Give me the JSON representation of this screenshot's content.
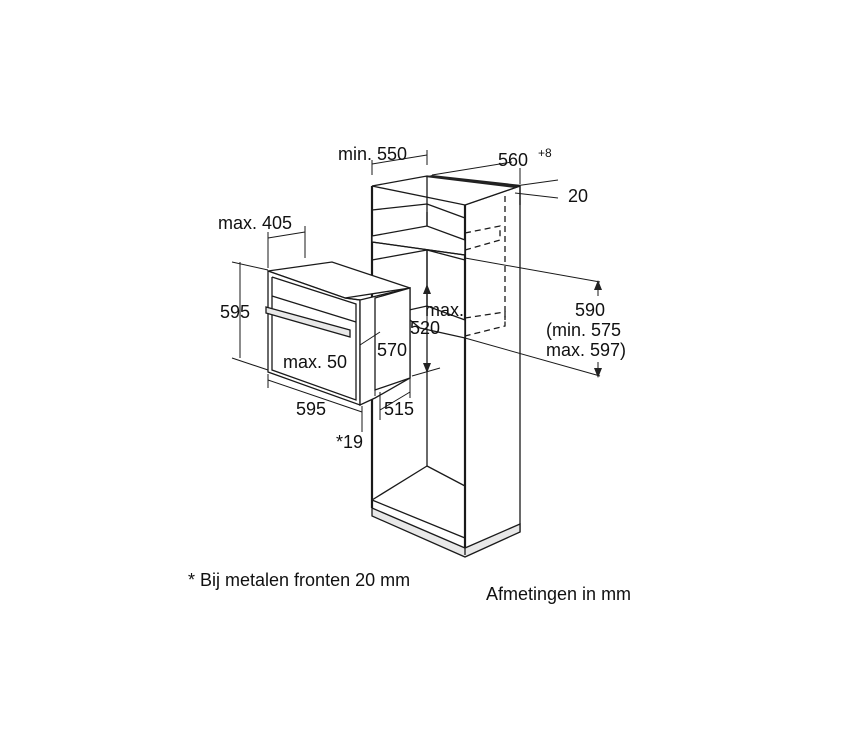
{
  "dimensions": {
    "cabinet_width_min": "min. 550",
    "cabinet_depth": "560",
    "cabinet_depth_tolerance": "+8",
    "back_gap": "20",
    "oven_depth_max": "max. 405",
    "oven_height": "595",
    "niche_height": "590",
    "niche_height_min": "(min. 575",
    "niche_height_max": "max. 597)",
    "opening_max_label": "max.",
    "opening_max_value": "520",
    "oven_body_depth": "570",
    "oven_front_depth_max": "max. 50",
    "oven_width": "595",
    "body_width": "515",
    "front_thickness": "*19"
  },
  "notes": {
    "footnote": "* Bij metalen fronten 20 mm",
    "units": "Afmetingen in mm"
  }
}
